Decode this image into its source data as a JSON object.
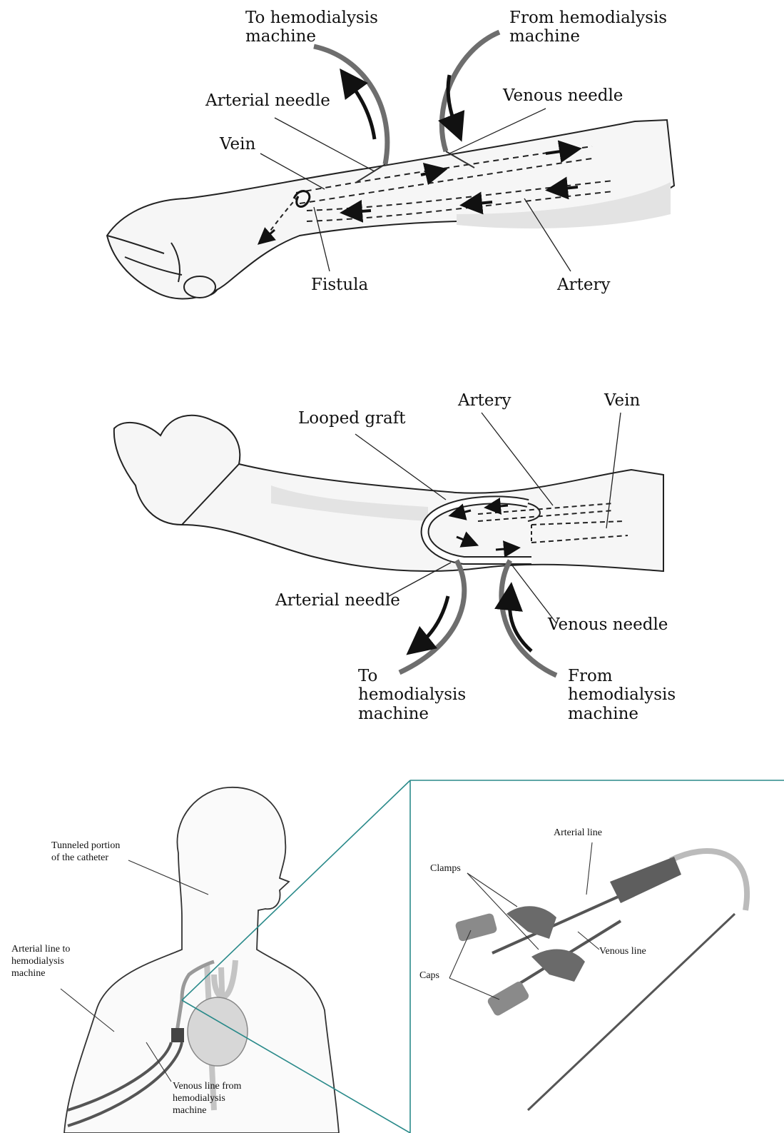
{
  "colors": {
    "ink": "#111111",
    "skin_shade": "#d9d9d9",
    "tube": "#6e6e6e",
    "teal": "#2a8a8a",
    "heart": "#bdbdbd"
  },
  "fistula_panel": {
    "labels": {
      "to_machine_1": "To hemodialysis",
      "to_machine_2": "machine",
      "from_machine_1": "From hemodialysis",
      "from_machine_2": "machine",
      "arterial_needle": "Arterial needle",
      "venous_needle": "Venous needle",
      "vein": "Vein",
      "fistula": "Fistula",
      "artery": "Artery"
    }
  },
  "graft_panel": {
    "labels": {
      "artery": "Artery",
      "vein": "Vein",
      "looped_graft": "Looped graft",
      "arterial_needle": "Arterial needle",
      "venous_needle": "Venous needle",
      "to_1": "To",
      "to_2": "hemodialysis",
      "to_3": "machine",
      "from_1": "From",
      "from_2": "hemodialysis",
      "from_3": "machine"
    }
  },
  "catheter_panel": {
    "labels": {
      "tunneled_1": "Tunneled portion",
      "tunneled_2": "of the catheter",
      "arterial_line_1": "Arterial line to",
      "arterial_line_2": "hemodialysis",
      "arterial_line_3": "machine",
      "venous_line_1": "Venous line from",
      "venous_line_2": "hemodialysis",
      "venous_line_3": "machine",
      "inset_arterial_line": "Arterial line",
      "clamps": "Clamps",
      "venous_line": "Venous line",
      "caps": "Caps"
    }
  }
}
